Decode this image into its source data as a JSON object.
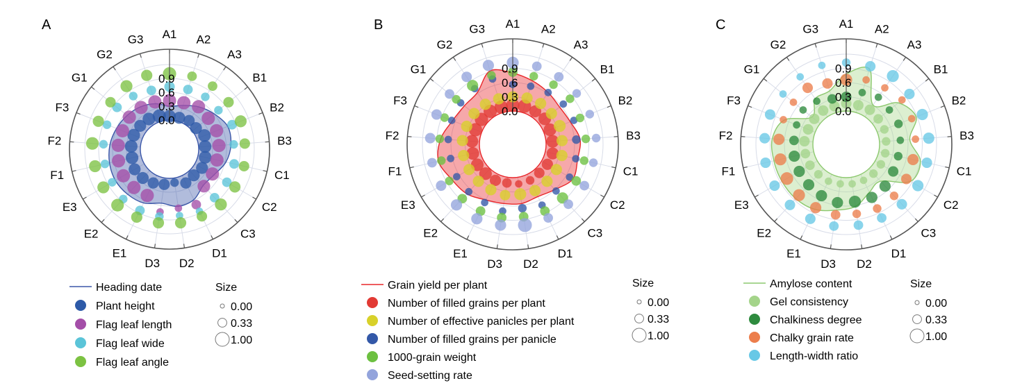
{
  "chart_data": [
    {
      "type": "radar-bubble",
      "panel_label": "A",
      "spokes": [
        "A1",
        "A2",
        "A3",
        "B1",
        "B2",
        "B3",
        "C1",
        "C2",
        "C3",
        "D1",
        "D2",
        "D3",
        "E1",
        "E2",
        "E3",
        "F1",
        "F2",
        "F3",
        "G1",
        "G2",
        "G3"
      ],
      "ring_ticks": [
        "0.0",
        "0.3",
        "0.6",
        "0.9"
      ],
      "rlim": [
        0,
        1.2
      ],
      "line_series": {
        "name": "Heading date",
        "color": "#3b57a8",
        "fill": "#3b57a8",
        "values": [
          0.3,
          0.36,
          0.48,
          0.6,
          0.72,
          0.7,
          0.62,
          0.48,
          0.44,
          0.58,
          0.62,
          0.55,
          0.66,
          0.7,
          0.72,
          0.7,
          0.66,
          0.6,
          0.54,
          0.48,
          0.4
        ]
      },
      "bubble_series": [
        {
          "name": "Plant height",
          "color": "#2d5aa8",
          "values": [
            0.08,
            0.08,
            0.12,
            0.1,
            0.18,
            0.14,
            0.16,
            0.18,
            0.14,
            0.18,
            0.1,
            0.14,
            0.18,
            0.22,
            0.24,
            0.2,
            0.2,
            0.2,
            0.18,
            0.16,
            0.12
          ],
          "sizes": [
            0.8,
            0.7,
            0.6,
            0.7,
            0.8,
            0.8,
            0.8,
            0.7,
            0.7,
            0.6,
            0.3,
            0.6,
            0.6,
            0.7,
            0.7,
            0.8,
            0.8,
            0.8,
            0.7,
            0.8,
            0.9
          ]
        },
        {
          "name": "Flag leaf length",
          "color": "#a44ea8",
          "values": [
            0.42,
            0.42,
            0.48,
            0.44,
            0.46,
            0.44,
            0.42,
            0.44,
            0.46,
            0.7,
            0.66,
            0.74,
            0.48,
            0.5,
            0.52,
            0.5,
            0.48,
            0.46,
            0.48,
            0.46,
            0.44
          ],
          "sizes": [
            0.9,
            0.9,
            0.9,
            0.9,
            0.9,
            0.9,
            0.9,
            0.9,
            0.8,
            0.4,
            0.2,
            0.2,
            0.9,
            0.9,
            0.9,
            0.9,
            0.9,
            0.9,
            0.9,
            0.9,
            0.9
          ]
        },
        {
          "name": "Flag leaf wide",
          "color": "#5bc4d8",
          "values": [
            0.72,
            0.72,
            0.74,
            0.72,
            0.82,
            0.76,
            0.8,
            0.8,
            0.8,
            0.86,
            0.82,
            0.84,
            0.84,
            0.84,
            0.8,
            0.8,
            0.8,
            0.82,
            0.82,
            0.76,
            0.7
          ],
          "sizes": [
            0.5,
            0.4,
            0.3,
            0.3,
            0.4,
            0.3,
            0.4,
            0.4,
            0.4,
            0.2,
            0.2,
            0.3,
            0.4,
            0.3,
            0.3,
            0.3,
            0.3,
            0.3,
            0.4,
            0.3,
            0.4
          ]
        },
        {
          "name": "Flag leaf angle",
          "color": "#7cc242",
          "values": [
            1.0,
            1.02,
            1.02,
            1.0,
            1.02,
            1.0,
            1.02,
            1.0,
            1.0,
            0.98,
            0.98,
            0.98,
            1.0,
            1.02,
            1.02,
            1.02,
            1.04,
            1.02,
            1.0,
            1.02,
            1.04
          ],
          "sizes": [
            0.9,
            0.4,
            0.4,
            0.5,
            0.7,
            0.5,
            0.5,
            0.6,
            0.7,
            0.5,
            0.6,
            0.6,
            0.6,
            0.8,
            0.7,
            0.7,
            0.8,
            0.6,
            0.5,
            0.7,
            0.6
          ]
        }
      ],
      "size_legend": {
        "title": "Size",
        "labels": [
          "0.00",
          "0.33",
          "1.00"
        ],
        "values": [
          0.0,
          0.33,
          1.0
        ]
      }
    },
    {
      "type": "radar-bubble",
      "panel_label": "B",
      "spokes": [
        "A1",
        "A2",
        "A3",
        "B1",
        "B2",
        "B3",
        "C1",
        "C2",
        "C3",
        "D1",
        "D2",
        "D3",
        "E1",
        "E2",
        "E3",
        "F1",
        "F2",
        "F3",
        "G1",
        "G2",
        "G3"
      ],
      "ring_ticks": [
        "0.0",
        "0.3",
        "0.6",
        "0.9"
      ],
      "rlim": [
        0,
        1.2
      ],
      "line_series": {
        "name": "Grain yield per plant",
        "color": "#e8262a",
        "fill": "#e8262a",
        "values": [
          0.8,
          0.7,
          0.62,
          0.56,
          0.6,
          0.72,
          0.7,
          0.76,
          0.6,
          0.52,
          0.56,
          0.56,
          0.6,
          0.72,
          0.78,
          0.9,
          0.82,
          0.66,
          0.6,
          0.62,
          0.92
        ]
      },
      "bubble_series": [
        {
          "name": "Number of filled grains per plant",
          "color": "#e23a34",
          "values": [
            0.12,
            0.14,
            0.14,
            0.16,
            0.14,
            0.14,
            0.16,
            0.14,
            0.12,
            0.14,
            0.14,
            0.12,
            0.14,
            0.14,
            0.16,
            0.16,
            0.16,
            0.14,
            0.14,
            0.14,
            0.12
          ],
          "sizes": [
            0.9,
            0.9,
            0.7,
            0.8,
            0.8,
            0.8,
            0.7,
            0.6,
            0.5,
            0.3,
            0.2,
            0.4,
            0.6,
            0.8,
            0.8,
            0.8,
            0.8,
            0.9,
            0.9,
            0.9,
            0.9
          ]
        },
        {
          "name": "Number of effective panicles per plant",
          "color": "#d8d12a",
          "values": [
            0.3,
            0.32,
            0.34,
            0.34,
            0.36,
            0.34,
            0.36,
            0.36,
            0.36,
            0.38,
            0.36,
            0.38,
            0.36,
            0.36,
            0.36,
            0.36,
            0.36,
            0.34,
            0.34,
            0.32,
            0.3
          ],
          "sizes": [
            0.6,
            0.6,
            0.6,
            0.6,
            0.7,
            0.6,
            0.6,
            0.6,
            0.6,
            0.6,
            0.7,
            0.5,
            0.6,
            0.6,
            0.6,
            0.6,
            0.6,
            0.6,
            0.6,
            0.6,
            0.6
          ]
        },
        {
          "name": "Number of filled grains per panicle",
          "color": "#3358a8",
          "values": [
            0.56,
            0.58,
            0.62,
            0.66,
            0.68,
            0.64,
            0.66,
            0.68,
            0.64,
            0.72,
            0.66,
            0.72,
            0.66,
            0.66,
            0.66,
            0.64,
            0.66,
            0.68,
            0.7,
            0.72,
            0.74
          ],
          "sizes": [
            0.2,
            0.2,
            0.2,
            0.2,
            0.2,
            0.3,
            0.2,
            0.2,
            0.2,
            0.2,
            0.3,
            0.2,
            0.2,
            0.2,
            0.2,
            0.2,
            0.2,
            0.2,
            0.2,
            0.2,
            0.2
          ]
        },
        {
          "name": "1000-grain weight",
          "color": "#6cc040",
          "values": [
            0.82,
            0.8,
            0.82,
            0.84,
            0.82,
            0.84,
            0.84,
            0.84,
            0.84,
            0.86,
            0.84,
            0.86,
            0.86,
            0.86,
            0.84,
            0.84,
            0.84,
            0.84,
            0.82,
            0.8,
            0.82
          ],
          "sizes": [
            0.4,
            0.3,
            0.3,
            0.3,
            0.3,
            0.3,
            0.3,
            0.4,
            0.6,
            0.4,
            0.4,
            0.4,
            0.4,
            0.4,
            0.3,
            0.3,
            0.3,
            0.3,
            0.3,
            0.6,
            0.3
          ]
        },
        {
          "name": "Seed-setting rate",
          "color": "#93a4dc",
          "values": [
            1.02,
            1.02,
            1.02,
            1.02,
            1.04,
            1.06,
            1.04,
            1.04,
            1.02,
            1.02,
            1.02,
            1.02,
            1.04,
            1.04,
            1.04,
            1.04,
            1.04,
            1.02,
            1.0,
            1.02,
            1.04
          ],
          "sizes": [
            0.7,
            0.4,
            0.4,
            0.3,
            0.3,
            0.3,
            0.3,
            0.4,
            0.4,
            0.4,
            1.0,
            0.6,
            0.6,
            0.6,
            0.5,
            0.4,
            0.5,
            0.5,
            0.4,
            0.5,
            0.6
          ]
        }
      ],
      "size_legend": {
        "title": "Size",
        "labels": [
          "0.00",
          "0.33",
          "1.00"
        ],
        "values": [
          0.0,
          0.33,
          1.0
        ]
      }
    },
    {
      "type": "radar-bubble",
      "panel_label": "C",
      "spokes": [
        "A1",
        "A2",
        "A3",
        "B1",
        "B2",
        "B3",
        "C1",
        "C2",
        "C3",
        "D1",
        "D2",
        "D3",
        "E1",
        "E2",
        "E3",
        "F1",
        "F2",
        "F3",
        "G1",
        "G2",
        "G3"
      ],
      "ring_ticks": [
        "0.0",
        "0.3",
        "0.6",
        "0.9"
      ],
      "rlim": [
        0,
        1.2
      ],
      "line_series": {
        "name": "Amylose content",
        "color": "#8cc86e",
        "fill": "#a8d68a",
        "values": [
          0.78,
          0.96,
          0.3,
          0.7,
          0.88,
          0.64,
          0.9,
          0.86,
          0.36,
          0.42,
          0.62,
          0.7,
          0.82,
          0.86,
          0.86,
          0.86,
          0.86,
          0.7,
          0.22,
          0.46,
          0.48
        ]
      },
      "bubble_series": [
        {
          "name": "Gel consistency",
          "color": "#a4d48a",
          "values": [
            0.16,
            0.16,
            0.18,
            0.16,
            0.16,
            0.14,
            0.14,
            0.14,
            0.14,
            0.14,
            0.14,
            0.14,
            0.16,
            0.16,
            0.18,
            0.18,
            0.18,
            0.16,
            0.16,
            0.16,
            0.14
          ],
          "sizes": [
            0.5,
            0.5,
            0.5,
            0.4,
            0.3,
            0.3,
            0.3,
            0.3,
            0.3,
            0.2,
            0.2,
            0.2,
            0.2,
            0.3,
            0.4,
            0.4,
            0.5,
            0.5,
            0.5,
            0.5,
            0.5
          ]
        },
        {
          "name": "Chalkiness degree",
          "color": "#2e8b3e",
          "values": [
            0.3,
            0.44,
            0.5,
            0.46,
            0.48,
            0.44,
            0.42,
            0.44,
            0.5,
            0.54,
            0.52,
            0.54,
            0.5,
            0.46,
            0.44,
            0.42,
            0.4,
            0.42,
            0.46,
            0.4,
            0.3
          ],
          "sizes": [
            0.5,
            0.2,
            0.2,
            0.2,
            0.3,
            0.2,
            0.3,
            0.5,
            0.6,
            0.6,
            0.7,
            0.6,
            0.6,
            0.6,
            0.6,
            0.6,
            0.4,
            0.2,
            0.2,
            0.2,
            0.4
          ]
        },
        {
          "name": "Chalky grain rate",
          "color": "#ec7e4c",
          "values": [
            0.66,
            0.72,
            0.74,
            0.8,
            0.78,
            0.76,
            0.74,
            0.76,
            0.78,
            0.8,
            0.78,
            0.8,
            0.78,
            0.76,
            0.74,
            0.72,
            0.72,
            0.72,
            0.72,
            0.74,
            0.64
          ],
          "sizes": [
            0.7,
            0.2,
            0.2,
            0.2,
            0.2,
            0.2,
            0.6,
            0.5,
            0.3,
            0.3,
            0.3,
            0.4,
            0.6,
            0.7,
            0.8,
            0.7,
            0.6,
            0.2,
            0.2,
            0.5,
            0.5
          ]
        },
        {
          "name": "Length-width ratio",
          "color": "#68c8e6",
          "values": [
            1.02,
            1.02,
            1.04,
            1.0,
            1.02,
            1.04,
            1.04,
            1.04,
            1.02,
            1.02,
            1.02,
            1.04,
            1.04,
            1.04,
            1.04,
            1.04,
            1.02,
            1.02,
            1.0,
            1.02,
            1.04
          ],
          "sizes": [
            0.3,
            0.5,
            0.7,
            0.5,
            0.6,
            0.6,
            0.5,
            0.6,
            0.5,
            0.4,
            0.4,
            0.4,
            0.5,
            0.5,
            0.5,
            0.5,
            0.5,
            0.5,
            0.2,
            0.2,
            0.2
          ]
        }
      ],
      "size_legend": {
        "title": "Size",
        "labels": [
          "0.00",
          "0.33",
          "1.00"
        ],
        "values": [
          0.0,
          0.33,
          1.0
        ]
      }
    }
  ]
}
